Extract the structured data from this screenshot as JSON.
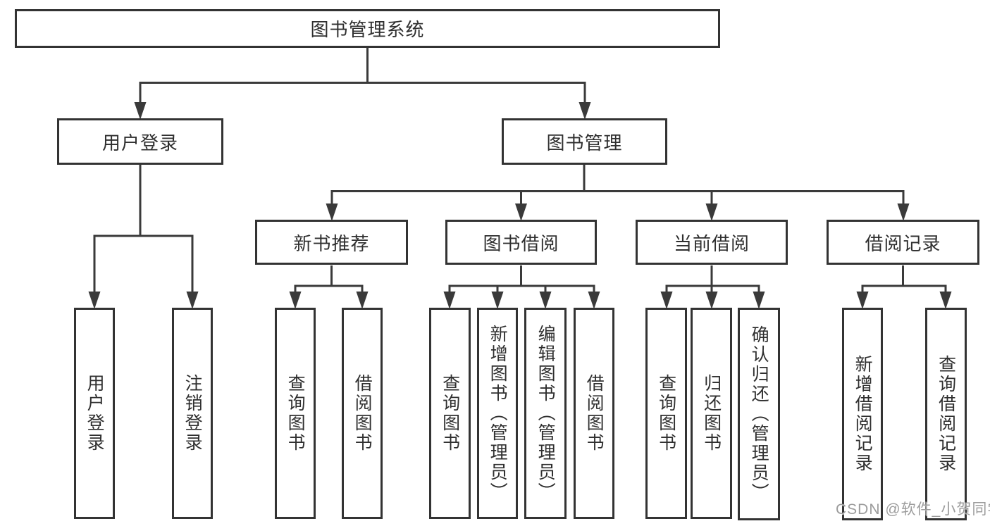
{
  "root": {
    "label": "图书管理系统"
  },
  "tree": [
    {
      "label": "用户登录",
      "children": [
        {
          "label": "用户登录"
        },
        {
          "label": "注销登录"
        }
      ]
    },
    {
      "label": "图书管理",
      "children": [
        {
          "label": "新书推荐",
          "children": [
            {
              "label": "查询图书"
            },
            {
              "label": "借阅图书"
            }
          ]
        },
        {
          "label": "图书借阅",
          "children": [
            {
              "label": "查询图书"
            },
            {
              "label": "新增图书（管理员）"
            },
            {
              "label": "编辑图书（管理员）"
            },
            {
              "label": "借阅图书"
            }
          ]
        },
        {
          "label": "当前借阅",
          "children": [
            {
              "label": "查询图书"
            },
            {
              "label": "归还图书"
            },
            {
              "label": "确认归还（管理员）"
            }
          ]
        },
        {
          "label": "借阅记录",
          "children": [
            {
              "label": "新增借阅记录"
            },
            {
              "label": "查询借阅记录"
            }
          ]
        }
      ]
    }
  ],
  "watermark": "CSDN @软件_小贺同学",
  "colors": {
    "line": "#3a3a3a",
    "box_border": "#333333",
    "text": "#2f2f2f",
    "watermark": "#9c9c9c",
    "background": "#ffffff"
  }
}
